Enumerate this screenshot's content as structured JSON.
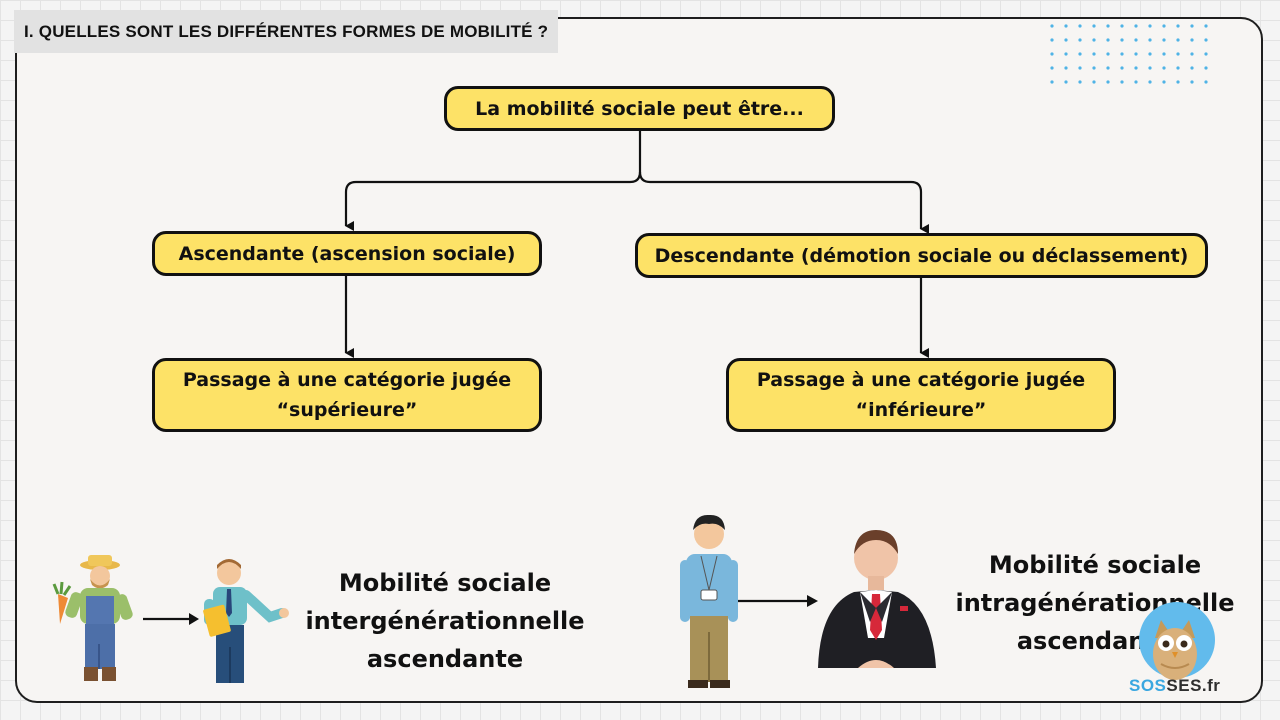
{
  "section_title": "I. QUELLES SONT LES DIFFÉRENTES FORMES DE MOBILITÉ ?",
  "diagram": {
    "root": "La mobilité sociale peut être...",
    "left_branch": "Ascendante (ascension sociale)",
    "left_result_line1": "Passage à une catégorie jugée",
    "left_result_line2": "“supérieure”",
    "right_branch": "Descendante (démotion sociale ou déclassement)",
    "right_result_line1": "Passage à une catégorie jugée",
    "right_result_line2": "“inférieure”"
  },
  "examples": {
    "inter": {
      "line1": "Mobilité sociale",
      "line2": "intergénérationnelle",
      "line3": "ascendante"
    },
    "intra": {
      "line1": "Mobilité sociale",
      "line2": "intragénérationnelle",
      "line3": "ascendante"
    }
  },
  "logo": {
    "part1": "SOS",
    "part2": "SES.fr",
    "accent": "#3aa7e0"
  },
  "colors": {
    "node_fill": "#fde267",
    "border": "#111111",
    "tag_bg": "#e2e2e2"
  }
}
